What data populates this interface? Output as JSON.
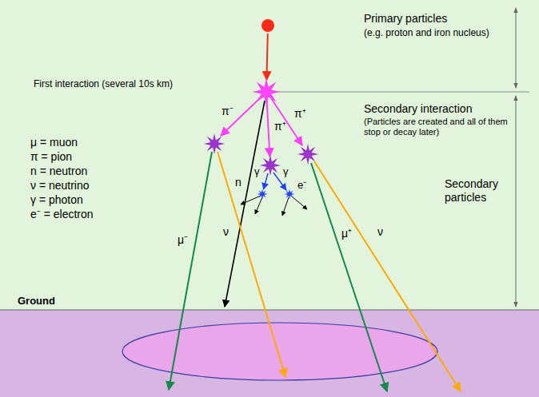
{
  "diagram": {
    "labels": [
      "Primary particles",
      "(e.g. proton and iron nucleus)",
      "First interaction (several 10s km)",
      "Secondary interaction",
      "(Particles are created and all of them stop or decay later)",
      "Secondary particles",
      "μ = muon",
      "π = pion",
      "n = neutron",
      "ν = neutrino",
      "γ = photon",
      "e⁻ = electron",
      "π⁻",
      "n",
      "π⁺",
      "π⁺",
      "γ",
      "γ",
      "e⁻",
      "μ⁻",
      "ν",
      "μ⁺",
      "ν",
      "Ground"
    ]
  }
}
